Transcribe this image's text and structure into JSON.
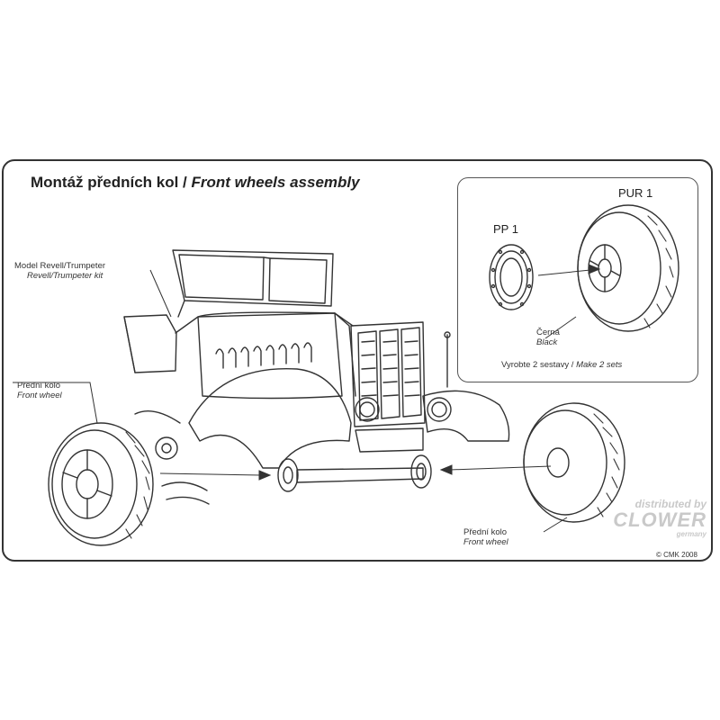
{
  "title": {
    "cz": "Montáž předních kol / ",
    "en": "Front wheels assembly"
  },
  "labels": {
    "model_cz": "Model Revell/Trumpeter",
    "model_en": "Revell/Trumpeter kit",
    "left_wheel_cz": "Přední kolo",
    "left_wheel_en": "Front wheel",
    "right_wheel_cz": "Přední kolo",
    "right_wheel_en": "Front wheel",
    "black_cz": "Černá",
    "black_en": "Black",
    "sets_cz": "Vyrobte 2 sestavy / ",
    "sets_en": "Make 2 sets"
  },
  "part_codes": {
    "hub": "PP 1",
    "tire": "PUR 1"
  },
  "watermark": {
    "line1": "distributed by",
    "line2": "CLOWER",
    "line3": "germany"
  },
  "copyright": "© CMK 2008",
  "colors": {
    "line": "#333333",
    "frame": "#333333",
    "watermark": "#c9c9c9"
  }
}
